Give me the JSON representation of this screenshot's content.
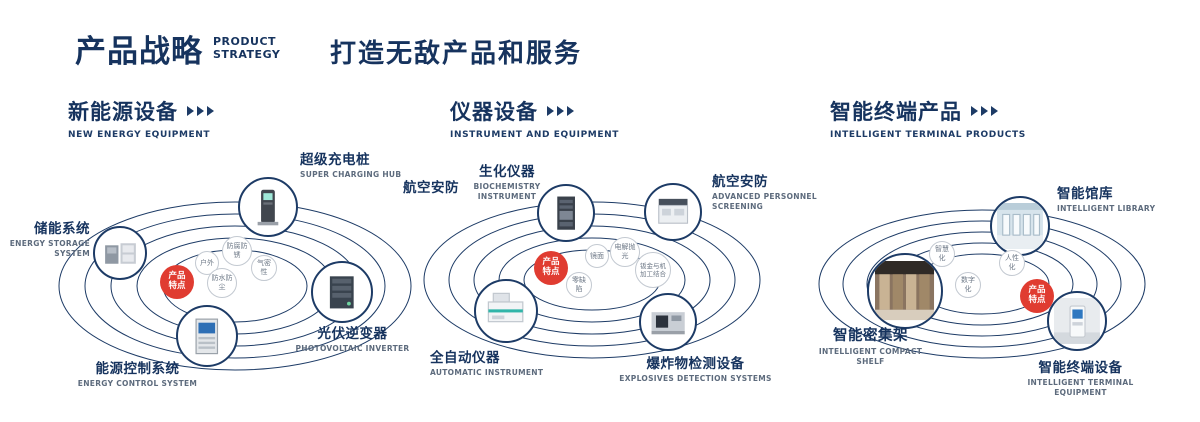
{
  "header": {
    "title_cn": "产品战略",
    "title_en_line1": "PRODUCT",
    "title_en_line2": "STRATEGY",
    "subtitle": "打造无敌产品和服务"
  },
  "colors": {
    "navy": "#16335e",
    "red": "#e03c31"
  },
  "sections": [
    {
      "title_cn": "新能源设备",
      "title_en": "NEW ENERGY EQUIPMENT",
      "badge_line1": "产品",
      "badge_line2": "特点",
      "products": [
        {
          "cn": "储能系统",
          "en": "ENERGY STORAGE SYSTEM"
        },
        {
          "cn": "超级充电桩",
          "en": "SUPER CHARGING HUB"
        },
        {
          "cn": "光伏逆变器",
          "en": "PHOTOVOLTAIC INVERTER"
        },
        {
          "cn": "能源控制系统",
          "en": "ENERGY CONTROL SYSTEM"
        }
      ],
      "bubbles": [
        "户外",
        "防腐防锈",
        "气密性",
        "防水防尘"
      ]
    },
    {
      "title_cn": "仪器设备",
      "title_en": "INSTRUMENT AND EQUIPMENT",
      "side_label": "航空安防",
      "badge_line1": "产品",
      "badge_line2": "特点",
      "products": [
        {
          "cn": "生化仪器",
          "en": "BIOCHEMISTRY INSTRUMENT"
        },
        {
          "cn": "航空安防",
          "en": "ADVANCED PERSONNEL SCREENING"
        },
        {
          "cn": "全自动仪器",
          "en": "AUTOMATIC INSTRUMENT"
        },
        {
          "cn": "爆炸物检测设备",
          "en": "EXPLOSIVES DETECTION SYSTEMS"
        }
      ],
      "bubbles": [
        "镜面",
        "电解抛光",
        "零缺陷",
        "钣金与机加工结合"
      ]
    },
    {
      "title_cn": "智能终端产品",
      "title_en": "INTELLIGENT TERMINAL PRODUCTS",
      "badge_line1": "产品",
      "badge_line2": "特点",
      "products": [
        {
          "cn": "智能馆库",
          "en": "INTELLIGENT LIBRARY"
        },
        {
          "cn": "智能密集架",
          "en": "INTELLIGENT COMPACT SHELF"
        },
        {
          "cn": "智能终端设备",
          "en": "INTELLIGENT TERMINAL EQUIPMENT"
        }
      ],
      "bubbles": [
        "智慧化",
        "人性化",
        "数字化"
      ]
    }
  ]
}
